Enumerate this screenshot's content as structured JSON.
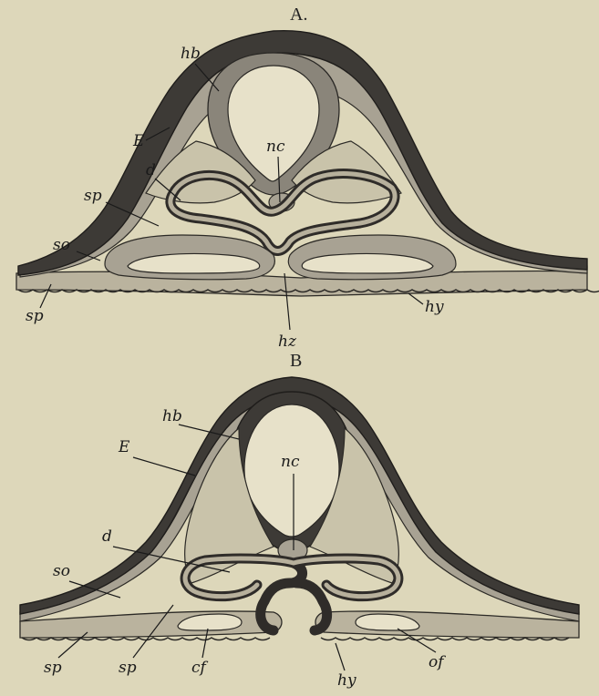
{
  "figure_a": {
    "title": "A.",
    "labels": {
      "hb": "hb",
      "E": "E",
      "d": "d",
      "nc": "nc",
      "sp_upper": "sp",
      "so": "so",
      "sp_lower": "sp",
      "hz": "hz",
      "hy": "hy"
    }
  },
  "figure_b": {
    "title": "B",
    "labels": {
      "hb": "hb",
      "E": "E",
      "nc": "nc",
      "d": "d",
      "so": "so",
      "sp_left": "sp",
      "sp_center": "sp",
      "cf": "cf",
      "hy": "hy",
      "of": "of"
    }
  },
  "colors": {
    "paper": "#ddd7ba",
    "ectoderm_dark": "#3d3a36",
    "mesoderm_light": "#a8a293",
    "ink": "#1a1a1a"
  }
}
